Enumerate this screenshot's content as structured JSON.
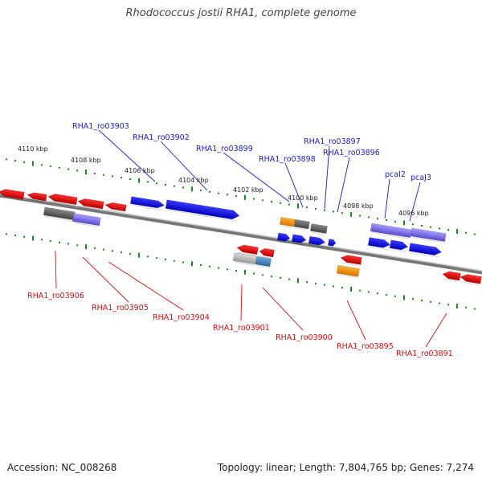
{
  "title": "Rhodococcus jostii RHA1, complete genome",
  "footer": {
    "accession": "Accession: NC_008268",
    "topology": "Topology: linear; Length: 7,804,765 bp; Genes: 7,274"
  },
  "colors": {
    "forward_gene": "#0000ee",
    "reverse_gene": "#ee0000",
    "pseudo_gene": "#666666",
    "rna_gene": "#ff9900",
    "operon_gene": "#7b68ee",
    "backbone": "#888888",
    "tick": "#1a8a1a",
    "forward_label": "#1a1acc",
    "reverse_label": "#cc1111"
  },
  "scale_labels": [
    "4110 kbp",
    "4108 kbp",
    "4106 kbp",
    "4104 kbp",
    "4102 kbp",
    "4100 kbp",
    "4098 kbp",
    "4096 kbp"
  ],
  "forward_labels": [
    "RHA1_ro03903",
    "RHA1_ro03902",
    "RHA1_ro03899",
    "RHA1_ro03898",
    "RHA1_ro03897",
    "RHA1_ro03896",
    "pcaI2",
    "pcaJ3"
  ],
  "reverse_labels": [
    "RHA1_ro03906",
    "RHA1_ro03905",
    "RHA1_ro03904",
    "RHA1_ro03901",
    "RHA1_ro03900",
    "RHA1_ro03895",
    "RHA1_ro03891"
  ]
}
